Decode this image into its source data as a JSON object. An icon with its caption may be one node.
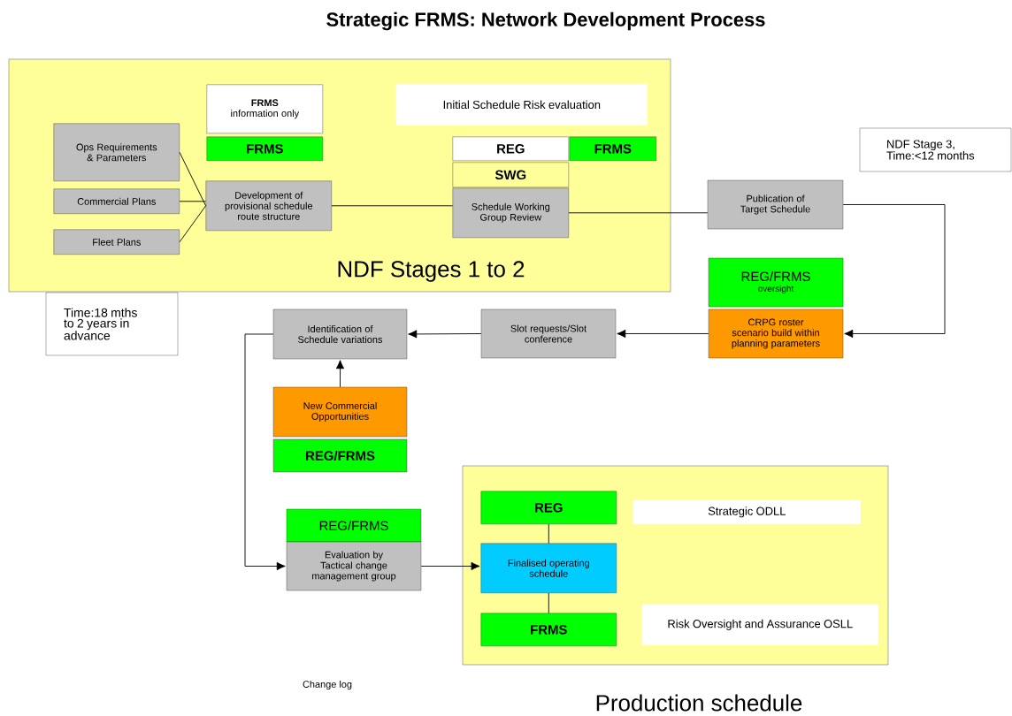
{
  "diagram": {
    "title": "Strategic FRMS: Network Development Process",
    "nodes": [
      {
        "text": [
          "NDF Stages 1 to 2"
        ]
      },
      {
        "text": [
          "FRMS",
          "information only"
        ],
        "in": 0
      },
      {
        "text": [
          "FRMS"
        ],
        "in": 0
      },
      {
        "text": [
          "Initial Schedule Risk evaluation"
        ],
        "in": 0
      },
      {
        "text": [
          "Ops Requirements & Parameters"
        ],
        "in": 0
      },
      {
        "text": [
          "Commercial Plans"
        ],
        "in": 0
      },
      {
        "text": [
          "Fleet Plans"
        ],
        "in": 0
      },
      {
        "text": [
          "Development of provisional schedule route structure"
        ],
        "in": 0
      },
      {
        "text": [
          "REG"
        ],
        "in": 0
      },
      {
        "text": [
          "FRMS"
        ],
        "in": 0
      },
      {
        "text": [
          "SWG"
        ],
        "in": 0
      },
      {
        "text": [
          "Schedule Working Group Review"
        ],
        "in": 0
      },
      {
        "text": [
          "NDF Stage 3, Time:<12 months"
        ]
      },
      {
        "text": [
          "Publication of Target Schedule"
        ]
      },
      {
        "text": [
          "Time:18 mths to 2 years in advance"
        ]
      },
      {
        "text": [
          "REG/FRMS",
          "oversight"
        ]
      },
      {
        "text": [
          "CRPG roster scenario build within planning parameters"
        ]
      },
      {
        "text": [
          "Slot requests/Slot conference"
        ]
      },
      {
        "text": [
          "Identification of Schedule variations"
        ]
      },
      {
        "text": [
          "New Commercial Opportunities"
        ]
      },
      {
        "text": [
          "REG/FRMS"
        ]
      },
      {
        "text": [
          "Production schedule"
        ]
      },
      {
        "text": [
          "REG/FRMS"
        ]
      },
      {
        "text": [
          "Evaluation by Tactical change management group"
        ]
      },
      {
        "text": [
          "REG"
        ],
        "in": 21
      },
      {
        "text": [
          "Finalised operating schedule"
        ],
        "in": 21
      },
      {
        "text": [
          "FRMS"
        ],
        "in": 21
      },
      {
        "text": [
          "Strategic ODLL"
        ],
        "in": 21
      },
      {
        "text": [
          "Risk Oversight and Assurance OSLL"
        ],
        "in": 21
      }
    ],
    "edges": [
      {
        "from": 4,
        "to": 7,
        "arrow": "none"
      },
      {
        "from": 5,
        "to": 7,
        "arrow": "none"
      },
      {
        "from": 6,
        "to": 7,
        "arrow": "none"
      },
      {
        "from": 7,
        "to": 11,
        "arrow": "none"
      },
      {
        "from": 11,
        "to": 13,
        "arrow": "none"
      },
      {
        "from": 13,
        "to": 16,
        "arrow": "to"
      },
      {
        "from": 16,
        "to": 17,
        "arrow": "to"
      },
      {
        "from": 17,
        "to": 18,
        "arrow": "to"
      },
      {
        "from": 19,
        "to": 18,
        "arrow": "to"
      },
      {
        "from": 18,
        "to": 23,
        "arrow": "to"
      },
      {
        "from": 23,
        "to": 25,
        "arrow": "to"
      },
      {
        "from": 24,
        "to": 25,
        "arrow": "none"
      },
      {
        "from": 25,
        "to": 26,
        "arrow": "none"
      }
    ],
    "labels": [
      "Change log"
    ]
  }
}
